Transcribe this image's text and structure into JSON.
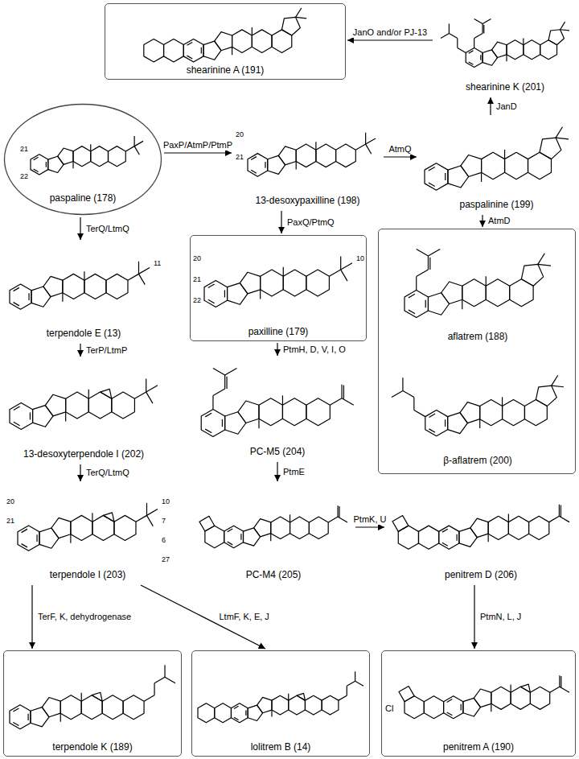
{
  "diagram": {
    "nodes": [
      {
        "text": [
          "shearinine A (191)"
        ]
      },
      {
        "text": [
          "shearinine K (201)"
        ]
      },
      {
        "text": [
          "paspaline (178)"
        ]
      },
      {
        "text": [
          "13-desoxypaxilline (198)"
        ]
      },
      {
        "text": [
          "paspalinine (199)"
        ]
      },
      {
        "text": [
          "terpendole E (13)"
        ]
      },
      {
        "text": [
          "paxilline (179)"
        ]
      },
      {
        "text": []
      },
      {
        "text": [
          "aflatrem (188)"
        ],
        "in": 7
      },
      {
        "text": [
          "β-aflatrem (200)"
        ],
        "in": 7
      },
      {
        "text": [
          "13-desoxyterpendole I (202)"
        ]
      },
      {
        "text": [
          "PC-M5 (204)"
        ]
      },
      {
        "text": [
          "terpendole I (203)"
        ]
      },
      {
        "text": [
          "PC-M4 (205)"
        ]
      },
      {
        "text": [
          "penitrem D (206)"
        ]
      },
      {
        "text": [
          "terpendole K (189)"
        ]
      },
      {
        "text": [
          "lolitrem B (14)"
        ]
      },
      {
        "text": [
          "penitrem A (190)"
        ]
      }
    ],
    "edges": [
      {
        "from": 2,
        "to": 3,
        "label": "PaxP/AtmP/PtmP",
        "arrow": "to"
      },
      {
        "from": 3,
        "to": 4,
        "label": "AtmQ",
        "arrow": "to"
      },
      {
        "from": 4,
        "to": 1,
        "label": "JanD",
        "arrow": "to"
      },
      {
        "from": 1,
        "to": 0,
        "label": "JanO and/or PJ-13",
        "arrow": "to"
      },
      {
        "from": 4,
        "to": 7,
        "label": "AtmD",
        "arrow": "to"
      },
      {
        "from": 2,
        "to": 5,
        "label": "TerQ/LtmQ",
        "arrow": "to"
      },
      {
        "from": 3,
        "to": 6,
        "label": "PaxQ/PtmQ",
        "arrow": "to"
      },
      {
        "from": 5,
        "to": 10,
        "label": "TerP/LtmP",
        "arrow": "to"
      },
      {
        "from": 6,
        "to": 11,
        "label": "PtmH, D, V, I, O",
        "arrow": "to"
      },
      {
        "from": 10,
        "to": 12,
        "label": "TerQ/LtmQ",
        "arrow": "to"
      },
      {
        "from": 11,
        "to": 13,
        "label": "PtmE",
        "arrow": "to"
      },
      {
        "from": 13,
        "to": 14,
        "label": "PtmK, U",
        "arrow": "to"
      },
      {
        "from": 12,
        "to": 15,
        "label": "TerF, K, dehydrogenase",
        "arrow": "to"
      },
      {
        "from": 12,
        "to": 16,
        "label": "LtmF, K, E, J",
        "arrow": "to"
      },
      {
        "from": 14,
        "to": 17,
        "label": "PtmN, L, J",
        "arrow": "to"
      }
    ],
    "labels": [
      "21",
      "22",
      "20",
      "21",
      "11",
      "20",
      "21",
      "22",
      "10",
      "20",
      "21",
      "10",
      "7",
      "6",
      "27",
      "Cl"
    ]
  }
}
